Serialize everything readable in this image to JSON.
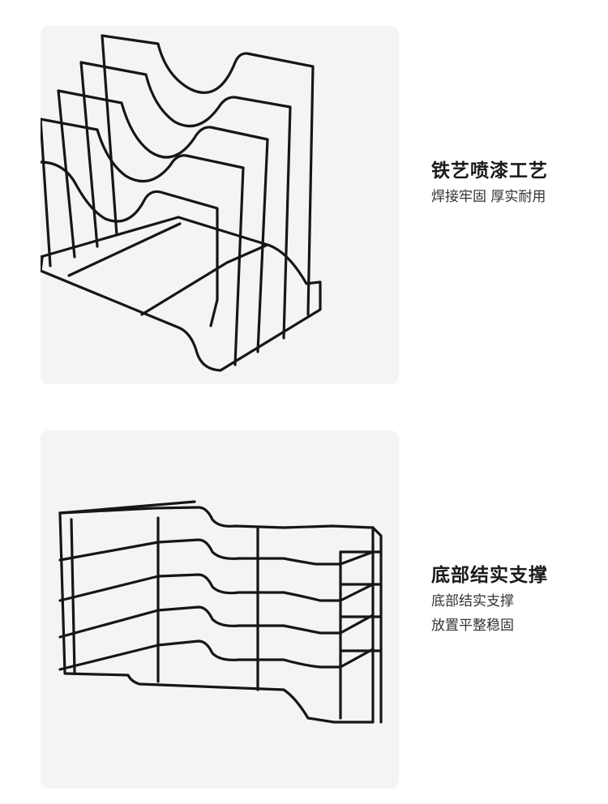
{
  "feature1": {
    "title": "铁艺喷漆工艺",
    "line1": "焊接牢固 厚实耐用"
  },
  "feature2": {
    "title": "底部结实支撑",
    "line1": "底部结实支撑",
    "line2": "放置平整稳固"
  },
  "colors": {
    "background": "#ffffff",
    "panel": "#f4f4f4",
    "wire": "#161616",
    "text": "#1a1a1a"
  }
}
